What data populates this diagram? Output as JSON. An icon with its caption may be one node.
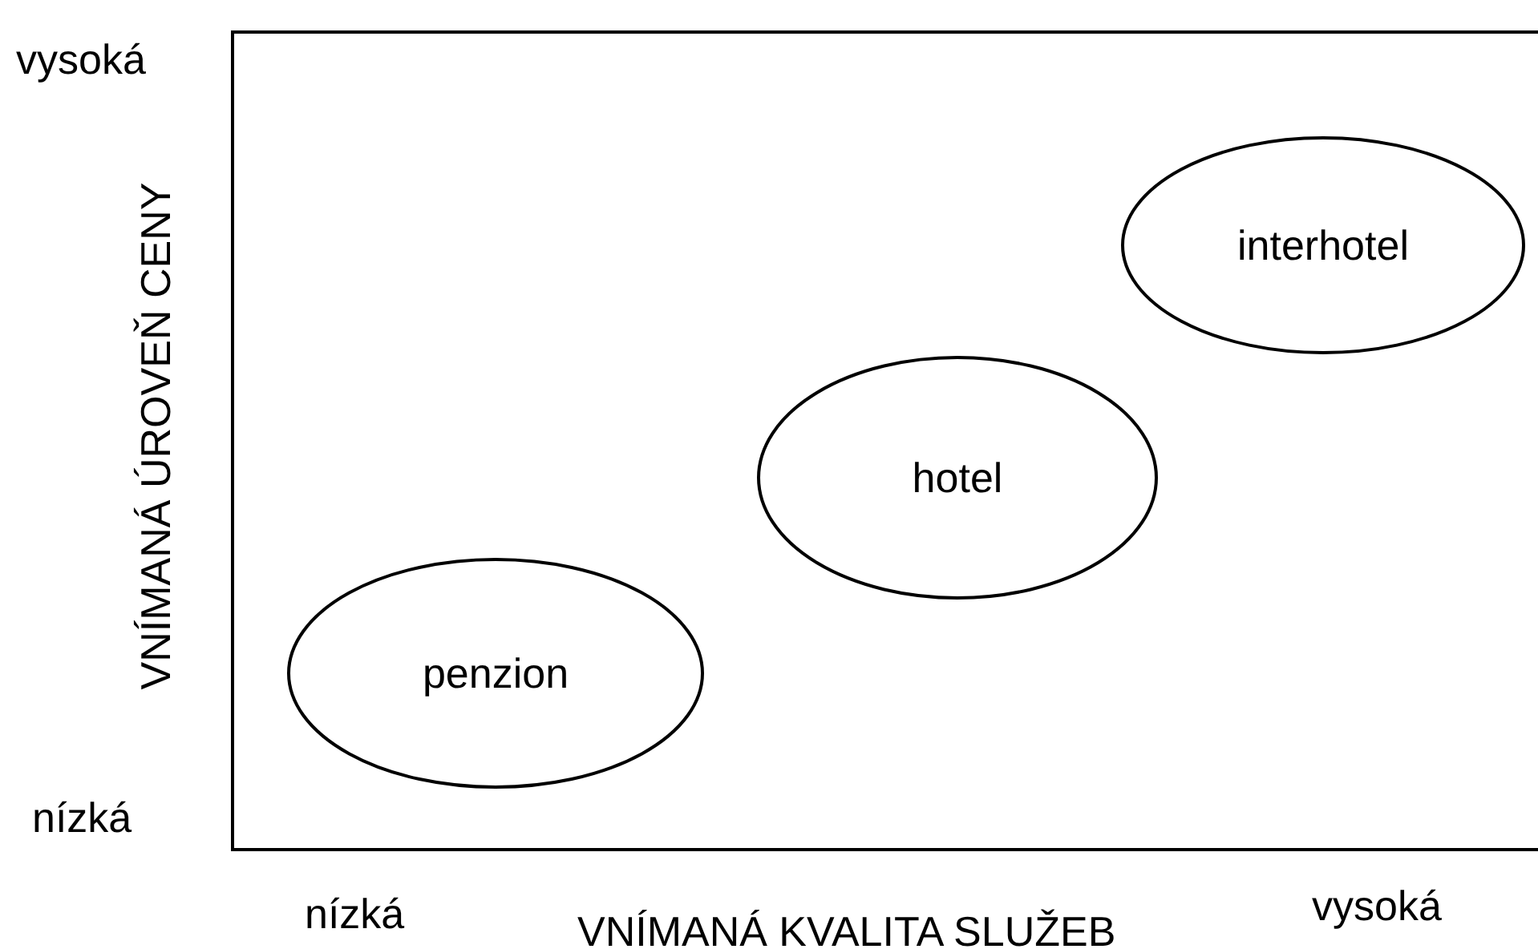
{
  "diagram": {
    "nodes": [
      {
        "text": [
          "interhotel"
        ]
      },
      {
        "text": [
          "hotel"
        ]
      },
      {
        "text": [
          "penzion"
        ]
      }
    ],
    "labels": [
      "vysoká",
      "VNÍMANÁ ÚROVEŇ CENY",
      "nízká",
      "nízká",
      "VNÍMANÁ KVALITA SLUŽEB",
      "vysoká"
    ]
  }
}
